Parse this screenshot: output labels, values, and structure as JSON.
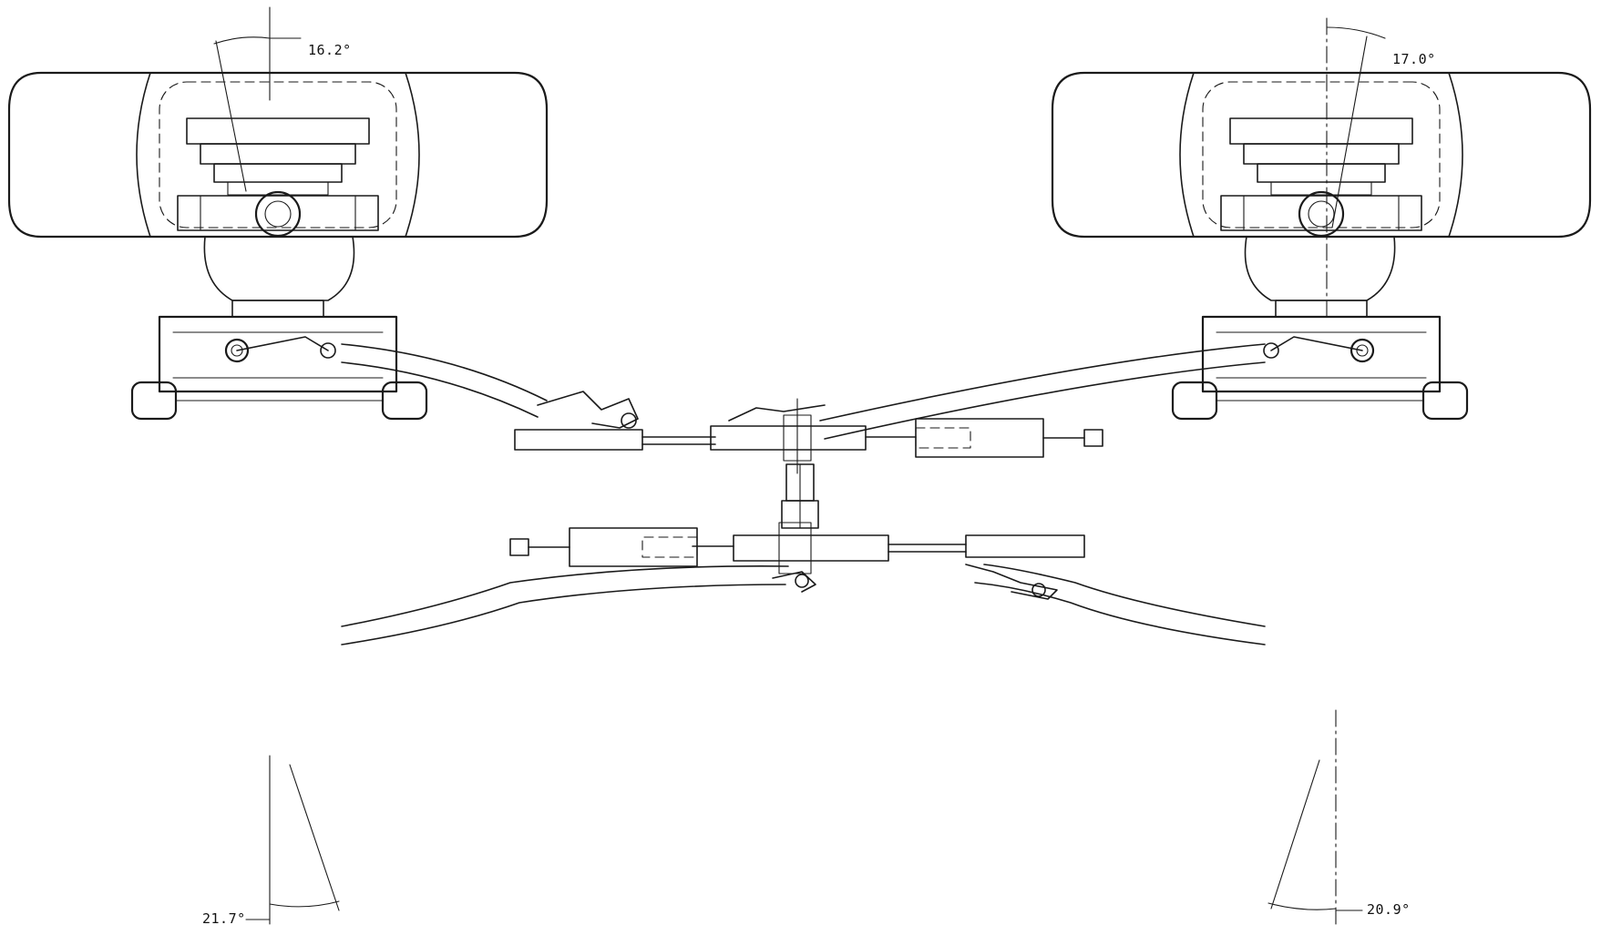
{
  "angles": {
    "front_left": "16.2°",
    "front_right": "17.0°",
    "rear_left": "21.7°",
    "rear_right": "20.9°"
  },
  "colors": {
    "line": "#1a1a1a",
    "background": "#ffffff"
  }
}
